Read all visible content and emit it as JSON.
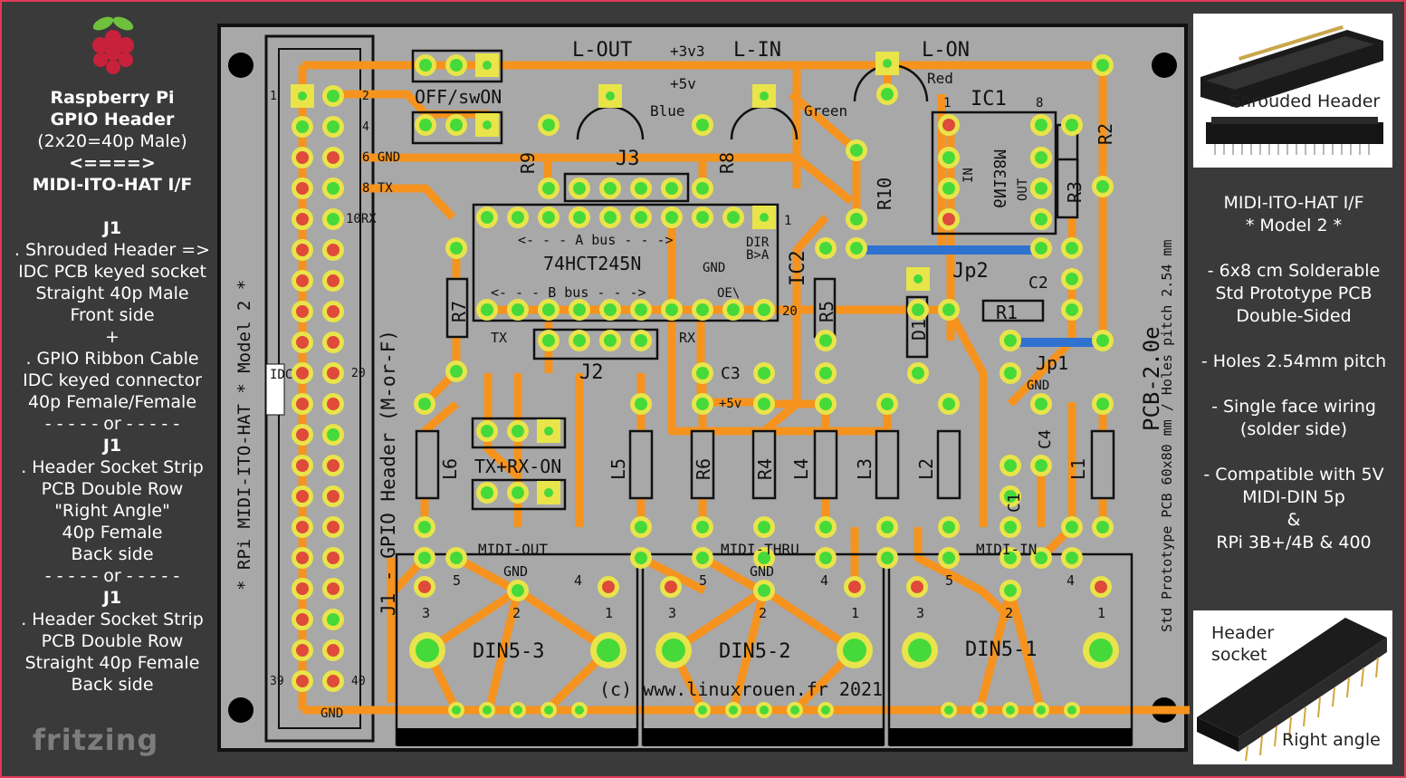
{
  "left_panel": {
    "title_lines": [
      "Raspberry Pi",
      "GPIO Header",
      "(2x20=40p Male)",
      "<====>",
      "MIDI-ITO-HAT I/F"
    ],
    "sections": [
      {
        "head": "J1",
        "lines": [
          ". Shrouded Header =>",
          "IDC PCB keyed socket",
          "Straight 40p Male",
          "Front side",
          "+",
          ". GPIO Ribbon Cable",
          "IDC keyed connector",
          "40p Female/Female"
        ]
      },
      {
        "head": "J1",
        "lines": [
          ". Header Socket Strip",
          "PCB Double Row",
          "\"Right Angle\"",
          "40p Female",
          "Back side"
        ]
      },
      {
        "head": "J1",
        "lines": [
          ". Header Socket Strip",
          "PCB Double Row",
          "Straight 40p Female",
          "Back side"
        ]
      }
    ],
    "separator": "- - - - - or - - - - -"
  },
  "right_panel": {
    "title": "MIDI-ITO-HAT I/F",
    "subtitle": "* Model 2 *",
    "bullets": [
      [
        "- 6x8 cm Solderable",
        "Std Prototype PCB",
        "Double-Sided"
      ],
      [
        "- Holes 2.54mm pitch"
      ],
      [
        "- Single face wiring",
        "(solder side)"
      ],
      [
        "- Compatible with 5V",
        "MIDI-DIN 5p",
        "&",
        "RPi 3B+/4B & 400"
      ]
    ]
  },
  "photos": {
    "top_label": "Shrouded Header",
    "bottom_label_1": "Header",
    "bottom_label_2": "socket",
    "bottom_label_3": "Right angle"
  },
  "logo": "fritzing",
  "colors": {
    "trace": "#f5931e",
    "board": "#a8a8a8",
    "pad": "#e8e44a",
    "via": "#46d93a",
    "frame": "#e03a56",
    "jumper": "#2f72cf"
  },
  "pcb": {
    "labels": {
      "lout": "L-OUT",
      "v33": "+3v3",
      "lin": "L-IN",
      "lon": "L-ON",
      "offswon": "OFF/swON",
      "v5": "+5v",
      "blue": "Blue",
      "green": "Green",
      "red": "Red",
      "ic1": "IC1",
      "ic1_pin1": "1",
      "ic1_pin8": "8",
      "ic1_part": "6N138M",
      "ic1_in": "IN",
      "ic1_out": "OUT",
      "r9": "R9",
      "j3": "J3",
      "r8": "R8",
      "r10": "R10",
      "r2": "R2",
      "r3": "R3",
      "abus": "<- - -  A bus  - - ->",
      "dir": "DIR",
      "ba": "B>A",
      "ic2_pin1": "1",
      "ic2_part": "74HCT245N",
      "gnd_ic": "GND",
      "ic2": "IC2",
      "jp2": "Jp2",
      "c2": "C2",
      "bbus": "<- - -  B bus  - - ->",
      "oe": "OE\\",
      "ic2_pin20": "20",
      "r7": "R7",
      "r5": "R5",
      "d1": "D1",
      "r1": "R1",
      "tx": "TX",
      "rx": "RX",
      "j2": "J2",
      "jp1": "Jp1",
      "gnd_jp1": "GND",
      "c3": "C3",
      "v5_c3": "+5v",
      "c4": "C4",
      "c1": "C1",
      "l6": "L6",
      "l5": "L5",
      "r6": "R6",
      "r4": "R4",
      "l4": "L4",
      "l3": "L3",
      "l2": "L2",
      "l1": "L1",
      "txrxon": "TX+RX-ON",
      "midiout": "MIDI-OUT",
      "midithru": "MIDI-THRU",
      "midiin": "MIDI-IN",
      "din3": "DIN5-3",
      "din2": "DIN5-2",
      "din1": "DIN5-1",
      "din_gnd": "GND",
      "din_p5": "5",
      "din_p4": "4",
      "din_p3": "3",
      "din_p2": "2",
      "din_p1": "1",
      "credit": "(c)  www.linuxrouen.fr  2021",
      "pcb_ver": "PCB-2.0e",
      "pcb_desc": "Std Prototype PCB 60x80 mm / Holes pitch 2.54 mm",
      "side_model": "* RPi MIDI-ITO-HAT * Model 2 *",
      "side_j1": "J1 - GPIO Header (M-or-F)",
      "idc": "IDC",
      "hdr_1": "1",
      "hdr_2": "2",
      "hdr_4": "4",
      "hdr_6gnd": "6 GND",
      "hdr_8tx": "8 TX",
      "hdr_10rx": "10RX",
      "hdr_20": "20",
      "hdr_39": "39",
      "hdr_40": "40",
      "hdr_gnd": "GND"
    }
  }
}
